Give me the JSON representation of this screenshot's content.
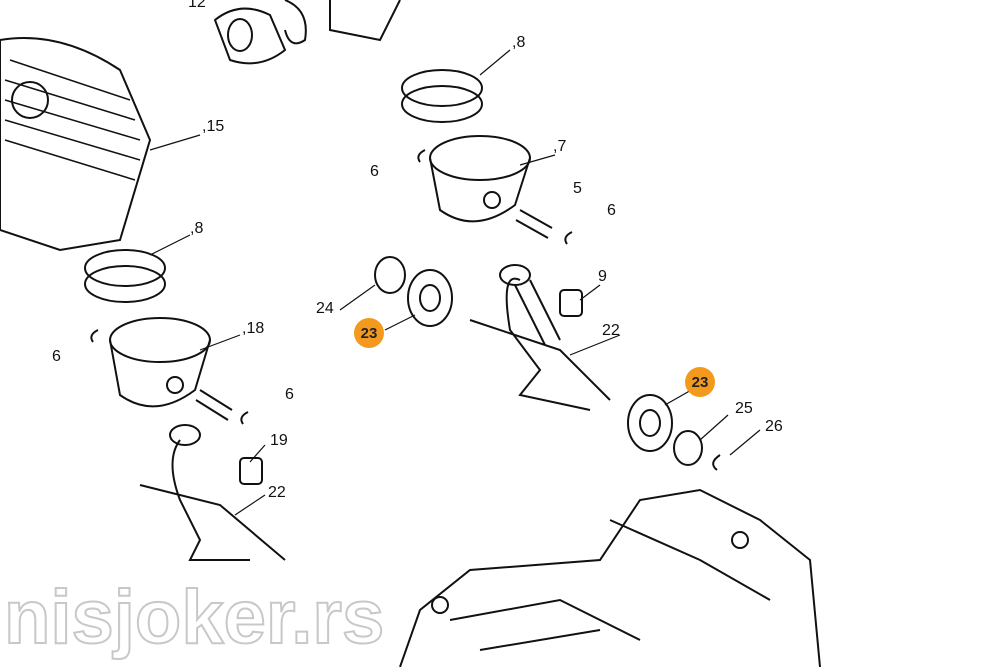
{
  "watermark": "nisjoker.rs",
  "labels": {
    "l12": "12",
    "l8a": ",8",
    "l15": ",15",
    "l7": ",7",
    "l6a": "6",
    "l5": "5",
    "l6b": "6",
    "l8b": ",8",
    "l9": "9",
    "l24": "24",
    "l22a": "22",
    "l18": ",18",
    "l6c": "6",
    "l6d": "6",
    "l25": "25",
    "l26": "26",
    "l19": "19",
    "l22b": "22"
  },
  "highlighted": {
    "h23a": "23",
    "h23b": "23",
    "color": "#f39a1e"
  }
}
